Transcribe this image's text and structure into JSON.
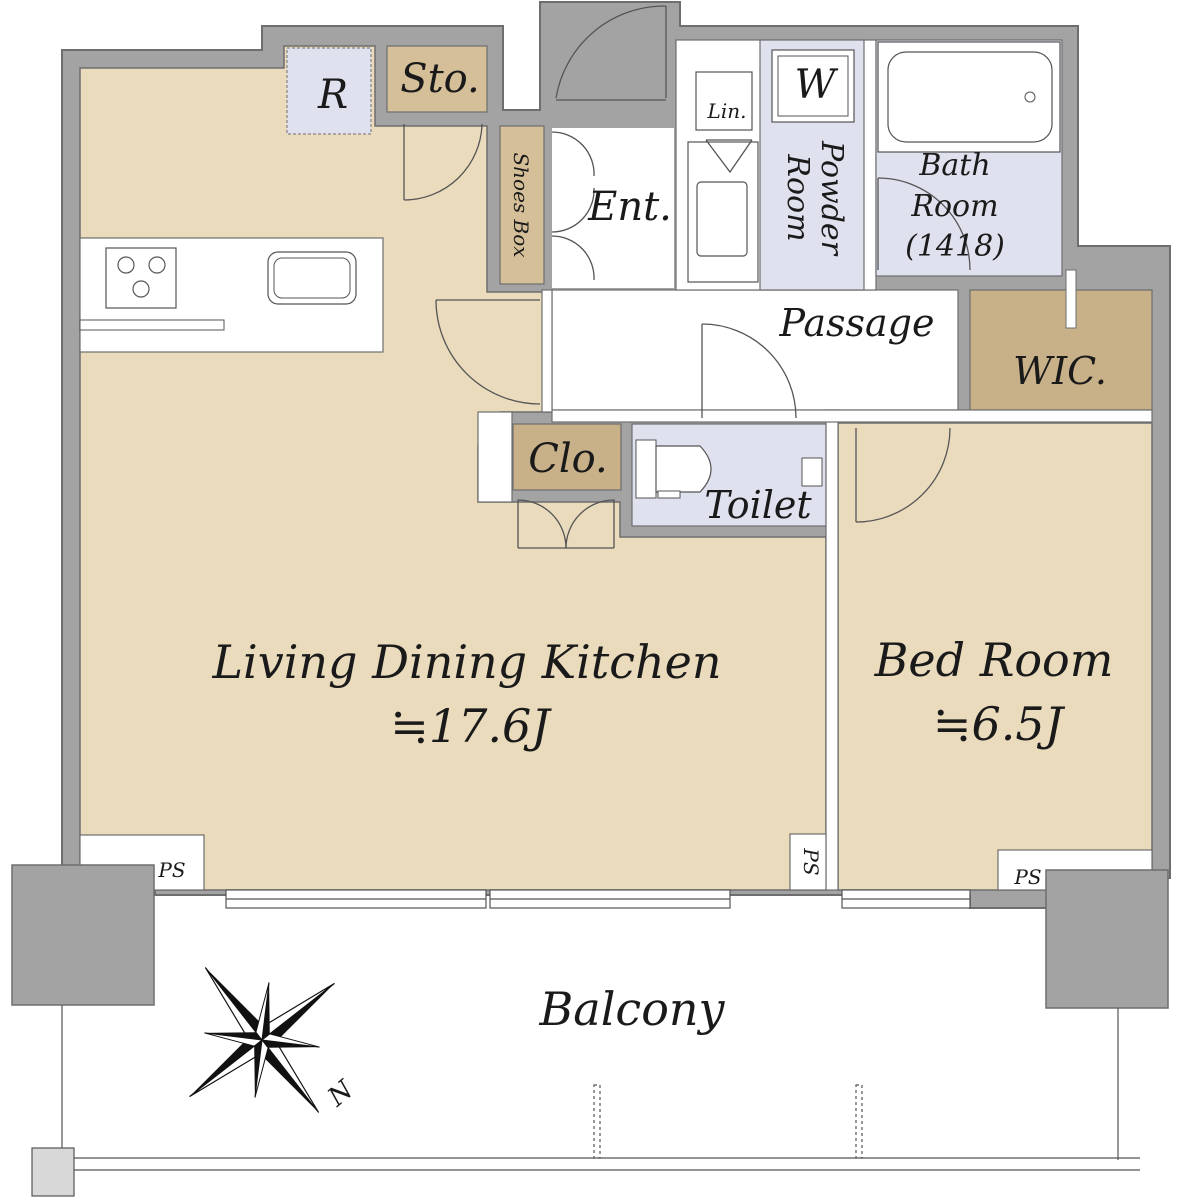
{
  "rooms": {
    "r": "R",
    "sto": "Sto.",
    "shoes_box": "Shoes Box",
    "ent": "Ent.",
    "lin": "Lin.",
    "w": "W",
    "powder_room_line1": "Powder",
    "powder_room_line2": "Room",
    "bath_line1": "Bath",
    "bath_line2": "Room",
    "bath_line3": "(1418)",
    "passage": "Passage",
    "wic": "WIC.",
    "clo": "Clo.",
    "toilet": "Toilet",
    "ldk_name": "Living Dining Kitchen",
    "ldk_size": "≒17.6J",
    "bed_name": "Bed Room",
    "bed_size": "≒6.5J",
    "ps_left": "PS",
    "ps_mid": "PS",
    "ps_right": "PS",
    "balcony": "Balcony",
    "compass_n": "N"
  },
  "colors": {
    "wall": "#a3a3a3",
    "wall_edge": "#6e6e6e",
    "beige": "#eadbbd",
    "brown": "#d4bf98",
    "storage": "#c8b189",
    "wet": "#dfe1ee",
    "line": "#555555"
  }
}
